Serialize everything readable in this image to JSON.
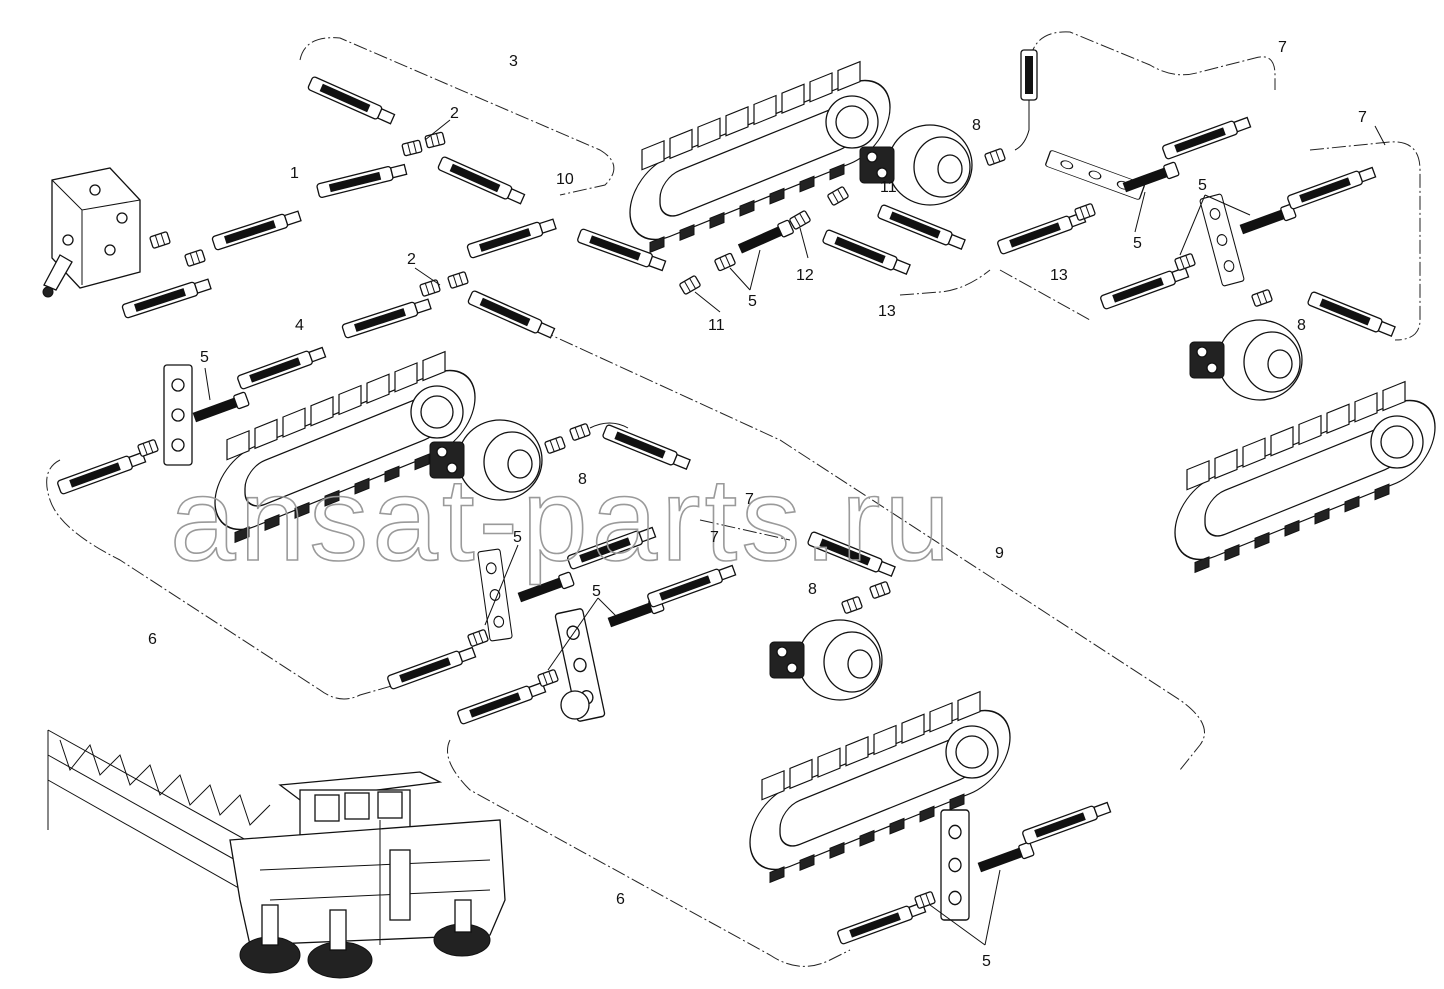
{
  "watermark": "ansat-parts.ru",
  "callouts": [
    "1",
    "2",
    "2",
    "3",
    "4",
    "5",
    "5",
    "5",
    "5",
    "5",
    "5",
    "5",
    "6",
    "6",
    "7",
    "7",
    "7",
    "7",
    "8",
    "8",
    "8",
    "8",
    "9",
    "10",
    "11",
    "11",
    "12",
    "13",
    "13"
  ]
}
